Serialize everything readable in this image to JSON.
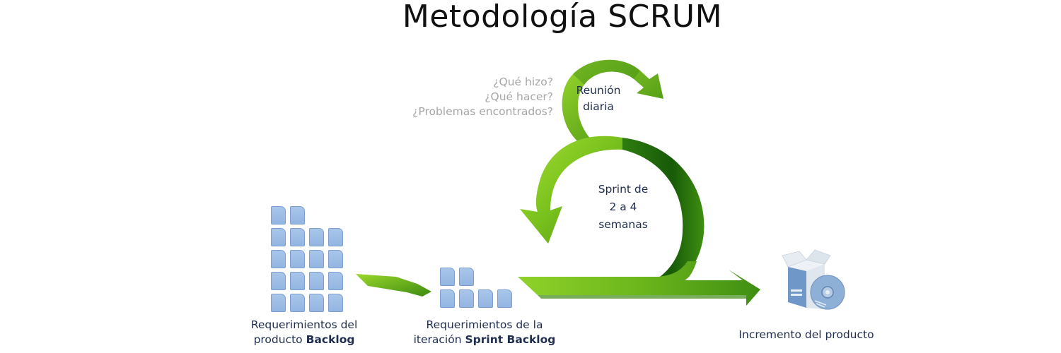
{
  "title": "Metodología SCRUM",
  "daily_meeting": {
    "questions": [
      "¿Qué hizo?",
      "¿Qué hacer?",
      "¿Problemas encontrados?"
    ],
    "label_line1": "Reunión",
    "label_line2": "diaria"
  },
  "sprint": {
    "line1": "Sprint de",
    "line2": "2 a 4",
    "line3": "semanas"
  },
  "product_backlog": {
    "caption_line1": "Requerimientos del",
    "caption_line2_prefix": "producto",
    "caption_line2_bold": "Backlog",
    "card_rows": [
      2,
      4,
      4,
      4,
      4
    ]
  },
  "sprint_backlog": {
    "caption_line1": "Requerimientos de la",
    "caption_line2_prefix": "iteración",
    "caption_line2_bold": "Sprint Backlog",
    "card_rows": [
      2,
      4
    ]
  },
  "increment": {
    "caption": "Incremento del producto",
    "icon": "software-box-icon"
  },
  "colors": {
    "arrow_light": "#8ccf1e",
    "arrow_mid": "#5aa81a",
    "arrow_dark": "#1f6a0c",
    "card_fill": "#9bbce6",
    "card_border": "#7d9fd0",
    "text_navy": "#1f2d4e",
    "text_gray": "#a6a6a6"
  }
}
